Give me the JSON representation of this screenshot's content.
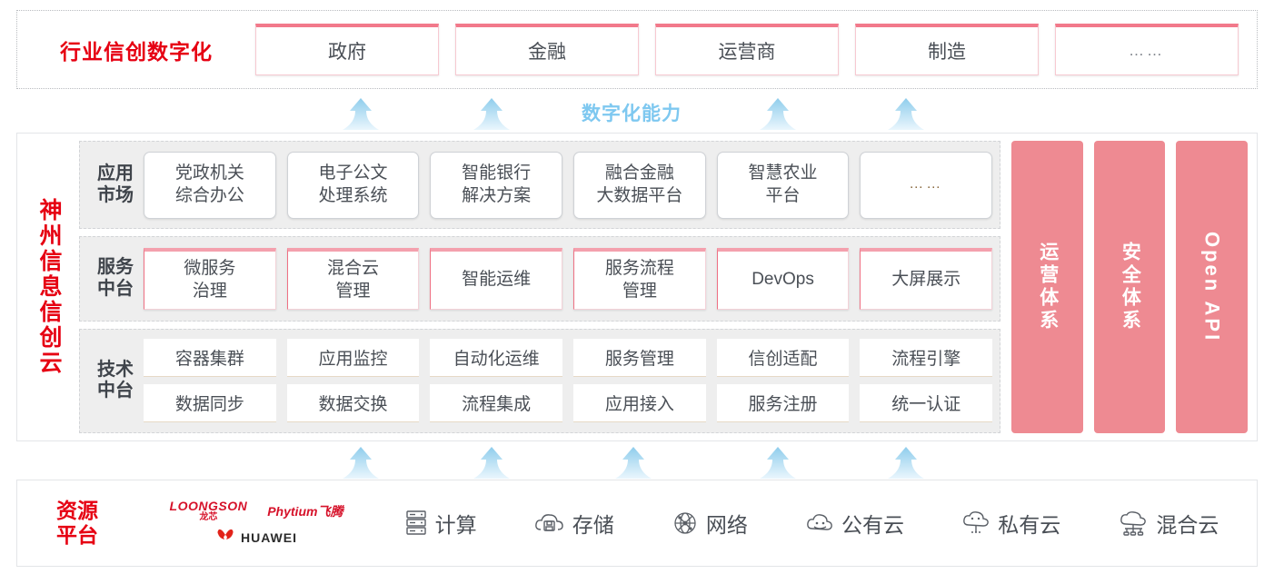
{
  "industry": {
    "title": "行业信创数字化",
    "cards": [
      {
        "label": "政府"
      },
      {
        "label": "金融"
      },
      {
        "label": "运营商"
      },
      {
        "label": "制造"
      },
      {
        "label": "……"
      }
    ]
  },
  "capability_label": "数字化能力",
  "platform": {
    "title_chars": [
      "神",
      "州",
      "信",
      "息",
      "信",
      "创",
      "云"
    ],
    "rows": [
      {
        "label": "应用\n市场",
        "label_lines": [
          "应用",
          "市场"
        ],
        "items": [
          {
            "lines": [
              "党政机关",
              "综合办公"
            ]
          },
          {
            "lines": [
              "电子公文",
              "处理系统"
            ]
          },
          {
            "lines": [
              "智能银行",
              "解决方案"
            ]
          },
          {
            "lines": [
              "融合金融",
              "大数据平台"
            ]
          },
          {
            "lines": [
              "智慧农业",
              "平台"
            ]
          },
          {
            "lines": [
              "……"
            ],
            "dots": true
          }
        ]
      },
      {
        "label_lines": [
          "服务",
          "中台"
        ],
        "items": [
          {
            "lines": [
              "微服务",
              "治理"
            ]
          },
          {
            "lines": [
              "混合云",
              "管理"
            ]
          },
          {
            "lines": [
              "智能运维"
            ]
          },
          {
            "lines": [
              "服务流程",
              "管理"
            ]
          },
          {
            "lines": [
              "DevOps"
            ]
          },
          {
            "lines": [
              "大屏展示"
            ]
          }
        ]
      },
      {
        "label_lines": [
          "技术",
          "中台"
        ],
        "line1": [
          "容器集群",
          "应用监控",
          "自动化运维",
          "服务管理",
          "信创适配",
          "流程引擎"
        ],
        "line2": [
          "数据同步",
          "数据交换",
          "流程集成",
          "应用接入",
          "服务注册",
          "统一认证"
        ]
      }
    ],
    "pillars": [
      {
        "text": "运营体系",
        "mode": "stacked"
      },
      {
        "text": "安全体系",
        "mode": "stacked"
      },
      {
        "text": "Open API",
        "mode": "rotated"
      }
    ]
  },
  "resource": {
    "title_lines": [
      "资源",
      "平台"
    ],
    "vendors": [
      {
        "name": "loongson",
        "en": "LOONGSON",
        "cn": "龙芯"
      },
      {
        "name": "phytium",
        "text": "Phytium飞腾"
      },
      {
        "name": "huawei",
        "text": "HUAWEI"
      }
    ],
    "items": [
      {
        "label": "计算",
        "icon": "server-rack-icon"
      },
      {
        "label": "存储",
        "icon": "cloud-storage-icon"
      },
      {
        "label": "网络",
        "icon": "network-mesh-icon"
      },
      {
        "label": "公有云",
        "icon": "public-cloud-icon"
      },
      {
        "label": "私有云",
        "icon": "private-cloud-icon"
      },
      {
        "label": "混合云",
        "icon": "hybrid-cloud-icon"
      }
    ]
  },
  "colors": {
    "brand_red": "#e60012",
    "pink_accent": "#f2798b",
    "pillar_pink": "#ee8a92",
    "arrow_blue": "#bfe3f7",
    "capability_blue": "#7ec8f0"
  }
}
